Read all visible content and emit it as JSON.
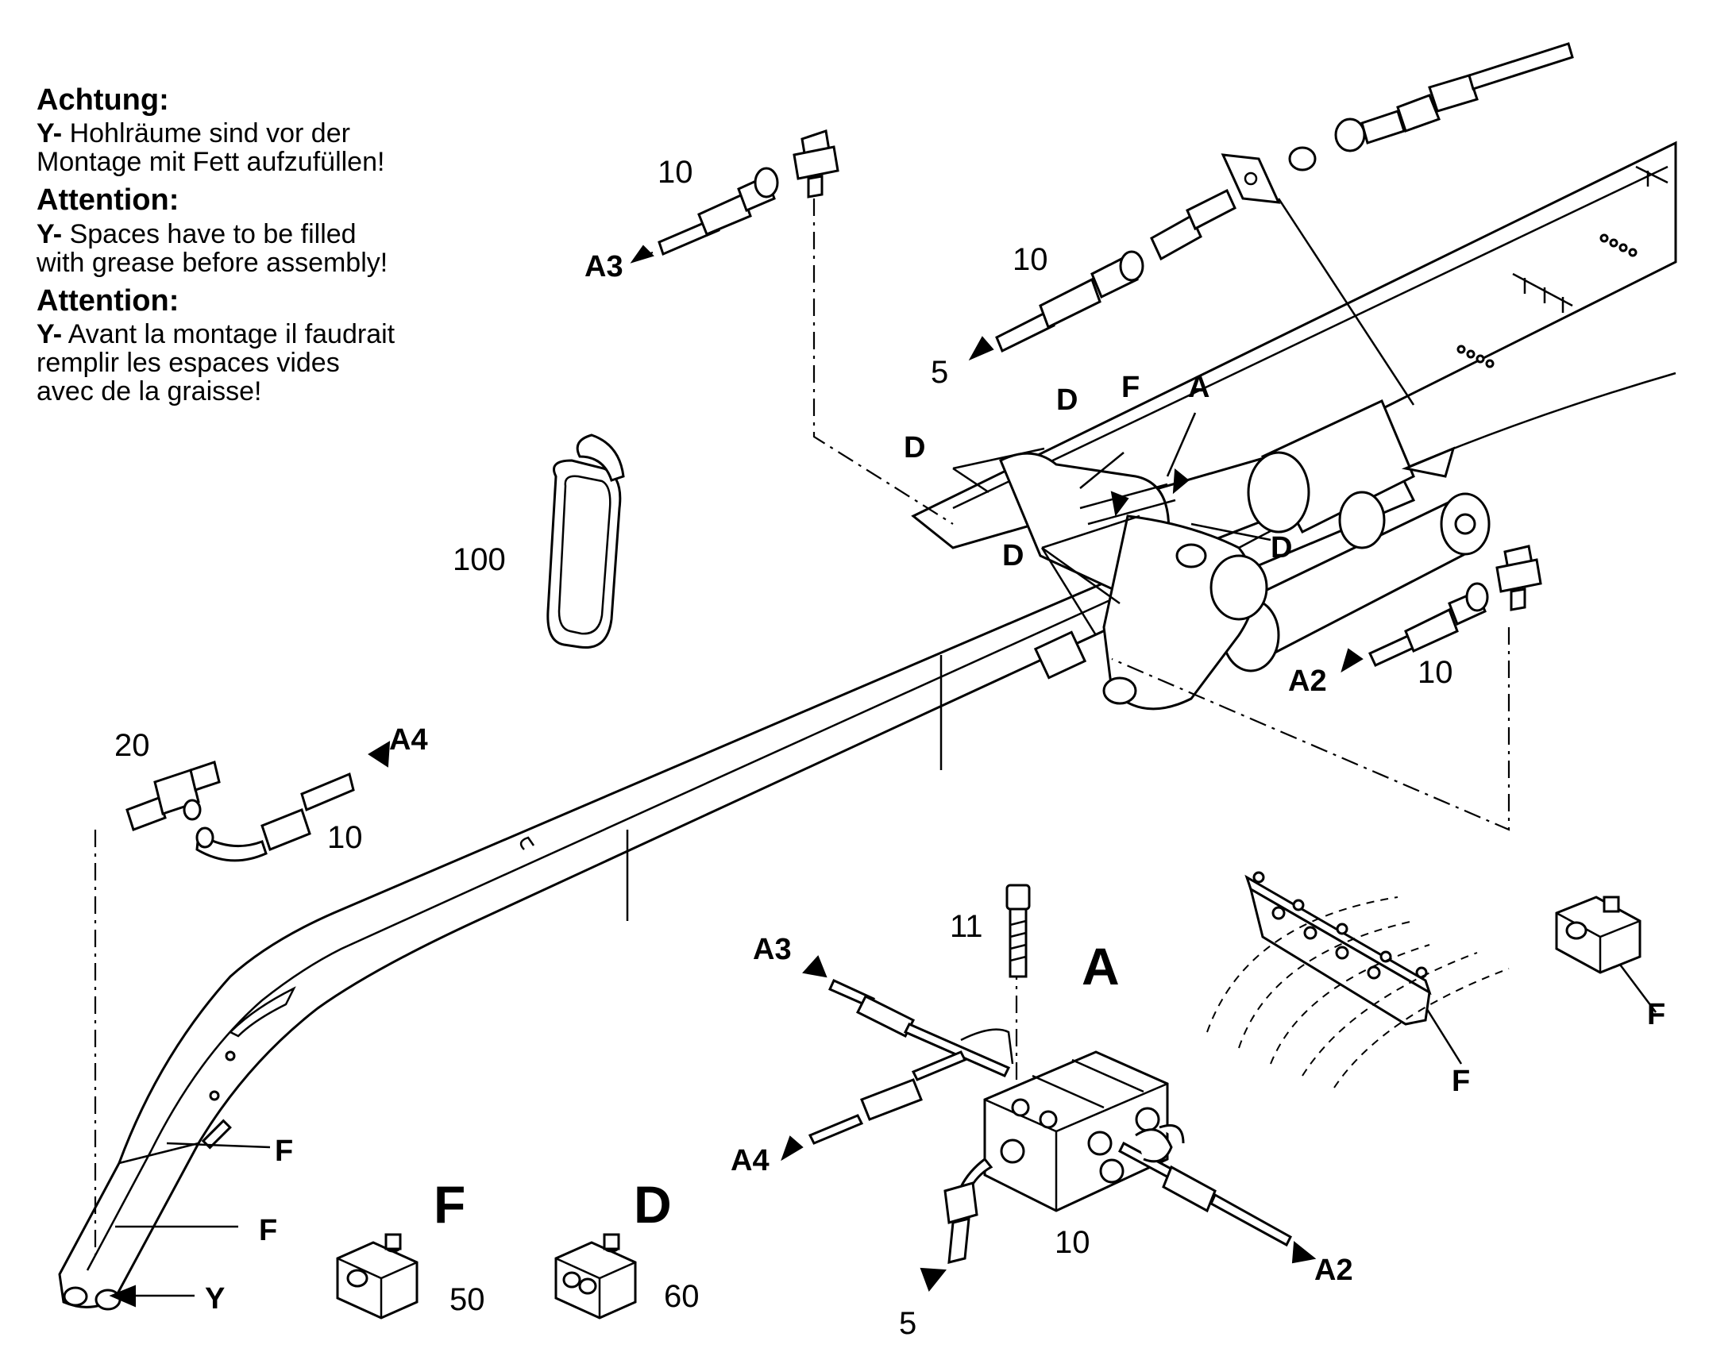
{
  "notes": [
    {
      "heading": "Achtung:",
      "prefix": "Y-",
      "lines": [
        " Hohlräume sind vor der",
        "Montage mit Fett aufzufüllen!"
      ]
    },
    {
      "heading": "Attention:",
      "prefix": "Y-",
      "lines": [
        " Spaces have to be filled",
        "with grease before assembly!"
      ]
    },
    {
      "heading": "Attention:",
      "prefix": "Y-",
      "lines": [
        " Avant la montage il faudrait",
        "remplir les espaces vides",
        "avec de la graisse!"
      ]
    }
  ],
  "callouts": {
    "n10_top_left": "10",
    "a3_top": "A3",
    "n10_top_center": "10",
    "n5_top": "5",
    "d_1": "D",
    "d_2": "D",
    "f_top": "F",
    "a_top": "A",
    "d_3": "D",
    "d_4": "D",
    "n100": "100",
    "a2_right": "A2",
    "n10_right": "10",
    "n20": "20",
    "a4_left": "A4",
    "n10_left": "10",
    "n11": "11",
    "detail_a": "A",
    "a3_detail": "A3",
    "a4_detail": "A4",
    "n10_detail": "10",
    "n5_detail": "5",
    "a2_detail": "A2",
    "f_boom_1": "F",
    "f_boom_2": "F",
    "y_boom": "Y",
    "f_detail_label": "F",
    "n50": "50",
    "d_detail_label": "D",
    "n60": "60",
    "f_block_right": "F",
    "f_far_right": "F"
  }
}
